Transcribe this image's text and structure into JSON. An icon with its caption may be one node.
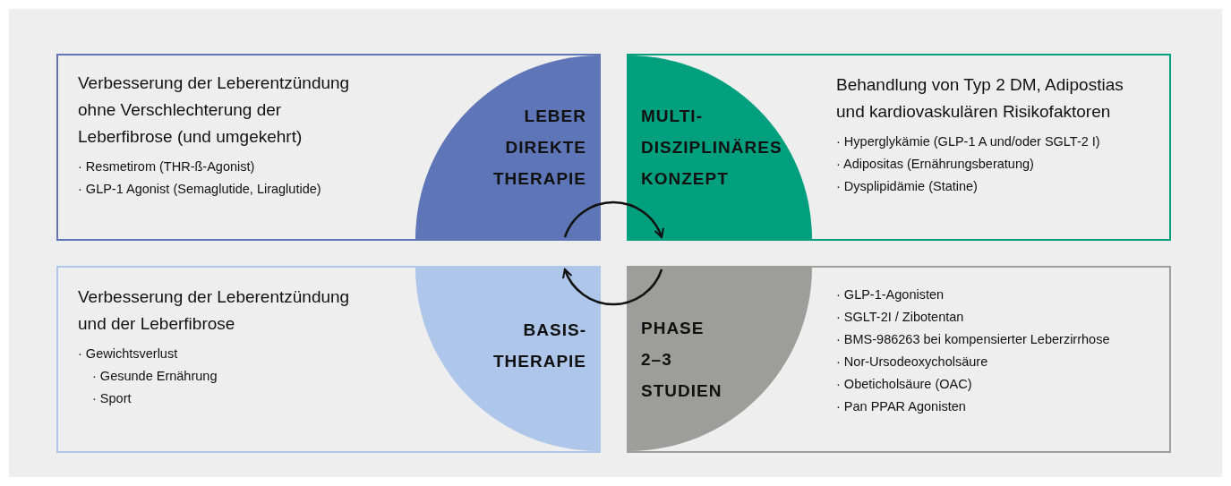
{
  "diagram": {
    "nodes": [
      {
        "text": [
          "Verbesserung der Leberentzündung ohne Verschlechterung der Leberfibrose (und umgekehrt)",
          "· Resmetirom (THR-ß-Agonist)",
          "· GLP-1 Agonist (Semaglutide, Liraglutide)"
        ]
      },
      {
        "text": [
          "LEBER DIREKTE THERAPIE"
        ],
        "in": 0
      },
      {
        "text": [
          "Behandlung von Typ 2 DM, Adipostias und kardiovaskulären Risikofaktoren",
          "· Hyperglykämie (GLP-1 A und/oder SGLT-2 I)",
          "· Adipositas (Ernährungsberatung)",
          "· Dysplipidämie (Statine)"
        ]
      },
      {
        "text": [
          "MULTI- DISZIPLINÄRES KONZEPT"
        ],
        "in": 2
      },
      {
        "text": [
          "Verbesserung der Leberentzündung und der Leberfibrose",
          "· Gewichtsverlust",
          "· Gesunde Ernährung",
          "· Sport"
        ]
      },
      {
        "text": [
          "BASIS- THERAPIE"
        ],
        "in": 4
      },
      {
        "text": [
          "· GLP-1-Agonisten",
          "· SGLT-2I / Zibotentan",
          "· BMS-986263 bei kompensierter Leberzirrhose",
          "· Nor-Ursodeoxycholsäure",
          "· Obeticholsäure (OAC)",
          "· Pan PPAR Agonisten"
        ]
      },
      {
        "text": [
          "PHASE 2–3 STUDIEN"
        ],
        "in": 6
      }
    ],
    "edges": [
      {
        "from": 1,
        "to": 3,
        "arrow": "to"
      },
      {
        "from": 7,
        "to": 5,
        "arrow": "to"
      }
    ]
  }
}
